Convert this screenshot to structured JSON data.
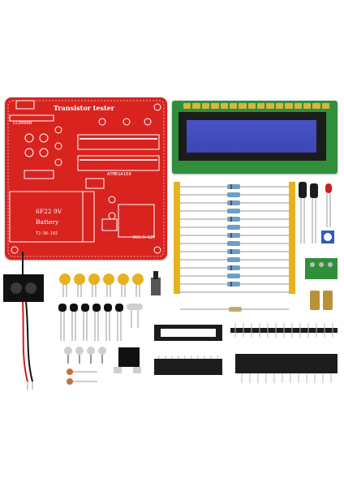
{
  "colors": {
    "pcb_red": "#d8231f",
    "lcd_green": "#2f8f3a",
    "lcd_screen": "#4953c7",
    "capacitor_yellow": "#e8b21e",
    "resistor_blue": "#6c9fc4"
  },
  "pcb": {
    "title": "Transistor  tester",
    "lcd_label": "LCD0808",
    "mcu_label": "ATMEGA168",
    "battery_line1": "6F22  9V",
    "battery_line2": "Battery",
    "board_code": "TJ-56-102",
    "dc_label": "DC6.5-12V"
  }
}
